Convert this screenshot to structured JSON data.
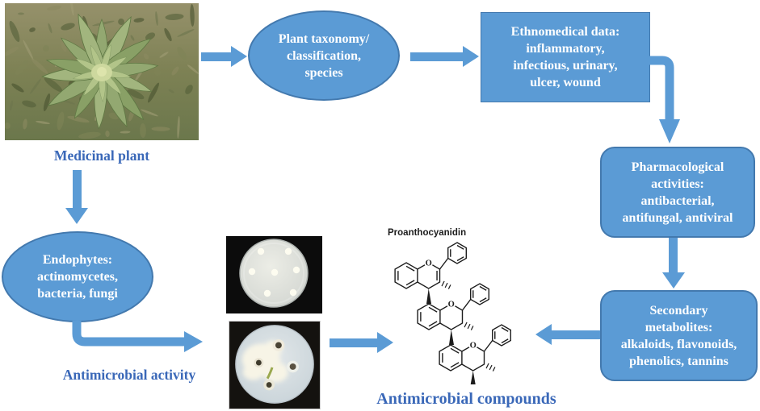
{
  "figure": {
    "labels": {
      "medicinal_plant": "Medicinal plant",
      "antimicrobial_activity": "Antimicrobial activity",
      "proanthocyanidin": "Proanthocyanidin",
      "antimicrobial_compounds": "Antimicrobial compounds"
    },
    "nodes": {
      "taxonomy": {
        "shape": "ellipse",
        "lines": [
          "Plant taxonomy/",
          "classification,",
          "species"
        ]
      },
      "ethnomedical": {
        "shape": "rectangle",
        "lines": [
          "Ethnomedical data:",
          "inflammatory,",
          "infectious, urinary,",
          "ulcer, wound"
        ]
      },
      "pharmacological": {
        "shape": "rounded-rectangle",
        "lines": [
          "Pharmacological",
          "activities:",
          "antibacterial,",
          "antifungal, antiviral"
        ]
      },
      "secondary_metabolites": {
        "shape": "rounded-rectangle",
        "lines": [
          "Secondary",
          "metabolites:",
          "alkaloids, flavonoids,",
          "phenolics, tannins"
        ]
      },
      "endophytes": {
        "shape": "ellipse",
        "lines": [
          "Endophytes:",
          "actinomycetes,",
          "bacteria, fungi"
        ]
      }
    },
    "atom_label": "O",
    "colors": {
      "shape_fill": "#5b9bd5",
      "shape_border": "#4379ae",
      "arrow": "#5b9bd5",
      "shape_text": "#ffffff",
      "caption_text": "#3a68b8",
      "structure_ink": "#1c1c1c"
    }
  }
}
